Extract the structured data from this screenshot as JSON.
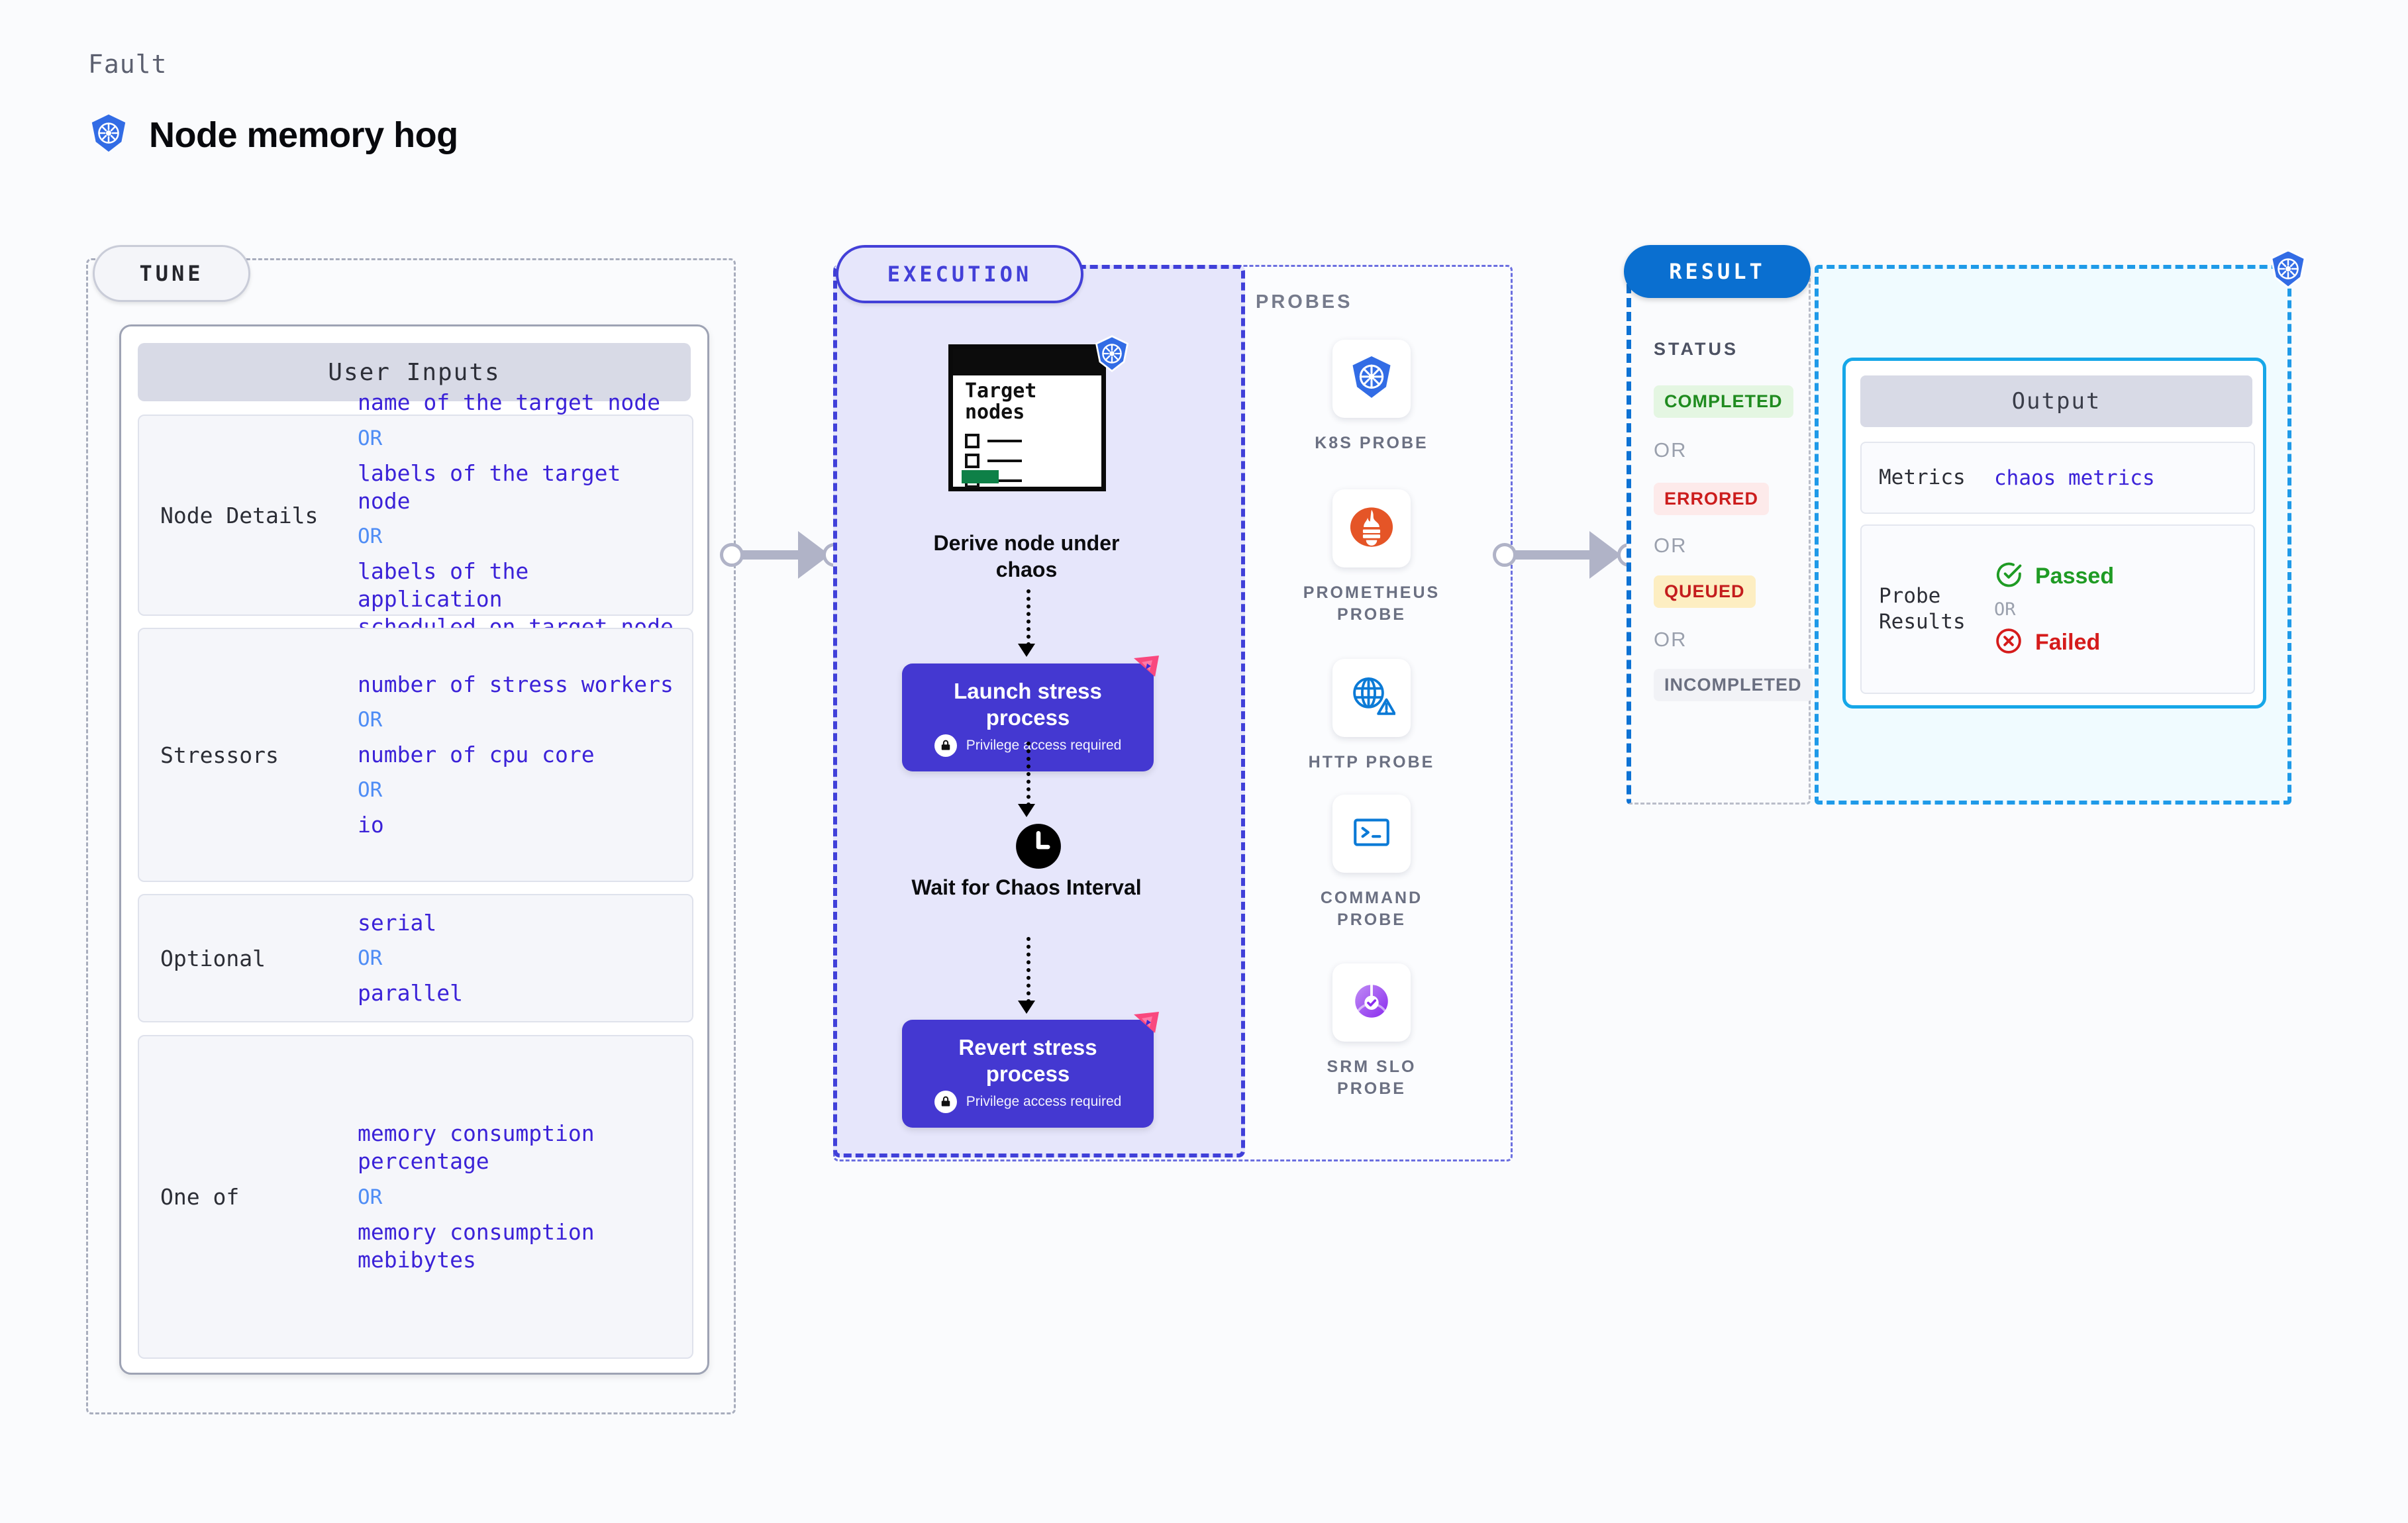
{
  "header": {
    "fault_label": "Fault",
    "fault_title": "Node memory hog",
    "fault_icon": "kubernetes-icon"
  },
  "tune": {
    "pill_label": "TUNE",
    "card_header": "User Inputs",
    "or_label": "OR",
    "groups": [
      {
        "key": "Node Details",
        "values": [
          "name of the target node",
          "labels of the target node",
          "labels of the application\n scheduled on target node"
        ]
      },
      {
        "key": "Stressors",
        "values": [
          "number of stress workers",
          "number of cpu core",
          "io"
        ]
      },
      {
        "key": "Optional",
        "values": [
          "serial",
          "parallel"
        ]
      },
      {
        "key": "One of",
        "values": [
          "memory consumption percentage",
          "memory consumption mebibytes"
        ]
      }
    ]
  },
  "execution": {
    "pill_label": "EXECUTION",
    "target_card": {
      "title": "Target nodes",
      "icon": "kubernetes-icon",
      "checkbox_rows": 3
    },
    "steps": [
      {
        "label": "Derive node under chaos",
        "type": "plain"
      },
      {
        "label": "Launch stress process",
        "type": "action",
        "privilege_note": "Privilege access required",
        "lock_icon": "lock-icon",
        "ribbon_icon": "harness-ribbon-icon"
      },
      {
        "label": "Wait for Chaos Interval",
        "type": "clock",
        "clock_icon": "clock-icon"
      },
      {
        "label": "Revert stress process",
        "type": "action",
        "privilege_note": "Privilege access required",
        "lock_icon": "lock-icon",
        "ribbon_icon": "harness-ribbon-icon"
      }
    ]
  },
  "probes": {
    "section_label": "PROBES",
    "items": [
      {
        "label": "K8S PROBE",
        "icon": "kubernetes-icon"
      },
      {
        "label": "PROMETHEUS PROBE",
        "icon": "prometheus-icon"
      },
      {
        "label": "HTTP PROBE",
        "icon": "globe-warning-icon"
      },
      {
        "label": "COMMAND PROBE",
        "icon": "terminal-icon"
      },
      {
        "label": "SRM SLO PROBE",
        "icon": "slo-gauge-icon"
      }
    ]
  },
  "result": {
    "pill_label": "RESULT",
    "status_label": "STATUS",
    "or_label": "OR",
    "statuses": [
      {
        "text": "COMPLETED",
        "bg": "#e4f6e2",
        "fg": "#1f8b1f"
      },
      {
        "text": "ERRORED",
        "bg": "#fdeaea",
        "fg": "#cc1d1d"
      },
      {
        "text": "QUEUED",
        "bg": "#fdeec2",
        "fg": "#c41d1d"
      },
      {
        "text": "INCOMPLETED",
        "bg": "#f1f2f6",
        "fg": "#6a6f80"
      }
    ],
    "output": {
      "header": "Output",
      "metrics_key": "Metrics",
      "metrics_value": "chaos metrics",
      "probe_results_key": "Probe Results",
      "passed_text": "Passed",
      "failed_text": "Failed",
      "or_label": "OR",
      "passed_icon": "check-circle-icon",
      "failed_icon": "x-circle-icon"
    },
    "k8s_badge_icon": "kubernetes-icon"
  },
  "colors": {
    "accent_indigo": "#4340d8",
    "accent_blue": "#0a6fd0",
    "accent_cyan": "#16a7e8",
    "value_text": "#3b22d8",
    "or_text": "#4f8df5",
    "k8s_blue": "#326ce5",
    "prometheus_orange": "#e55527",
    "pass_green": "#1f8b1f",
    "fail_red": "#d51b1b"
  }
}
